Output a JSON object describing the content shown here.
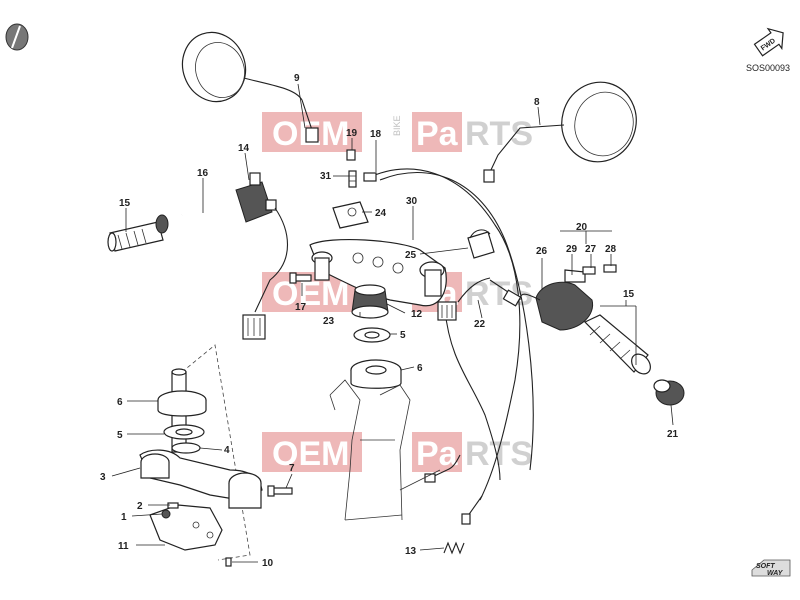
{
  "diagram": {
    "code": "SOS00093",
    "fwd": "FWD",
    "logo_top": "SOFT",
    "logo_bottom": "WAY",
    "watermark": {
      "left": "OEM",
      "mid": "BIKE",
      "right1": "Pa",
      "right2": "RTS"
    },
    "callouts": [
      "1",
      "2",
      "3",
      "4",
      "5",
      "5",
      "6",
      "6",
      "7",
      "8",
      "9",
      "10",
      "11",
      "12",
      "13",
      "14",
      "15",
      "15",
      "16",
      "17",
      "18",
      "19",
      "20",
      "21",
      "22",
      "23",
      "24",
      "25",
      "26",
      "27",
      "28",
      "29",
      "30",
      "31"
    ]
  }
}
